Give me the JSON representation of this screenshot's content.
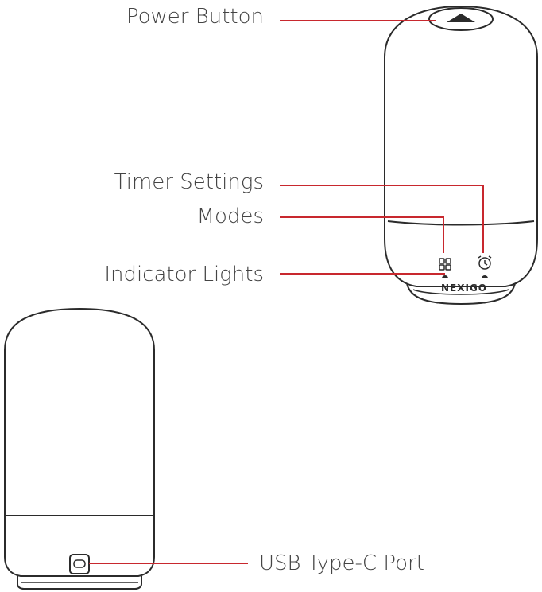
{
  "labels": {
    "power_button": "Power Button",
    "timer_settings": "Timer Settings",
    "modes": "Modes",
    "indicator_lights": "Indicator Lights",
    "usb_port": "USB Type-C Port"
  },
  "brand": "NEXIGO",
  "colors": {
    "leader_line": "#c8282e",
    "outline": "#2b2b2b",
    "label_text": "#444444"
  }
}
